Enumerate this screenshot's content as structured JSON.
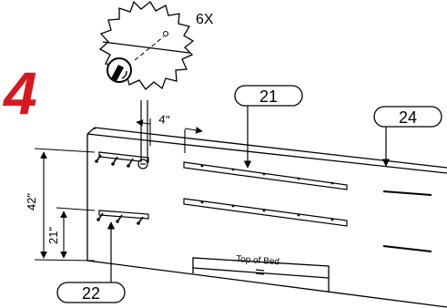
{
  "step": {
    "number": "4",
    "color": "#d7191f"
  },
  "detail": {
    "quantity": "6X",
    "tool_icon": "screwdriver-bit-icon"
  },
  "dimensions": {
    "spacing": "4\"",
    "height_upper": "42\"",
    "height_lower": "21\""
  },
  "callouts": {
    "part_21": "21",
    "part_22": "22",
    "part_24": "24"
  },
  "bed": {
    "label": "Top of Bed"
  }
}
